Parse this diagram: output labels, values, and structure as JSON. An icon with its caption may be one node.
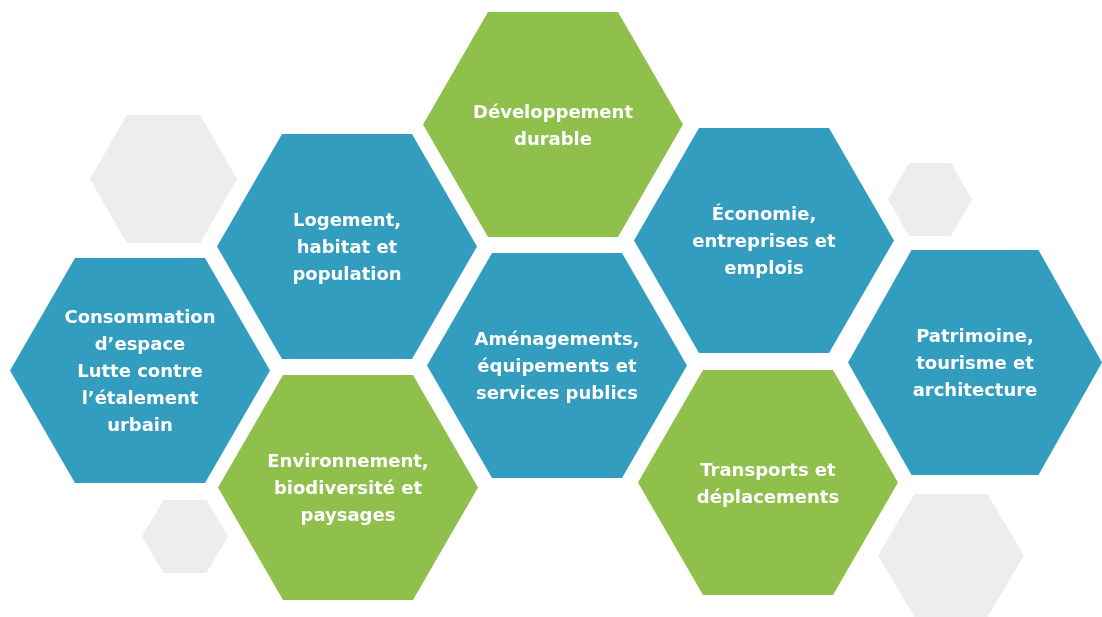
{
  "diagram": {
    "nodes": [
      {
        "text": [
          "Développement durable"
        ]
      },
      {
        "text": [],
        "shape": "hexagon"
      },
      {
        "text": [
          "Logement, habitat et population"
        ]
      },
      {
        "text": [
          "Économie, entreprises et emplois"
        ]
      },
      {
        "text": [],
        "shape": "hexagon"
      },
      {
        "text": [
          "Consommation d’espace",
          "Lutte contre l’étalement urbain"
        ]
      },
      {
        "text": [
          "Aménagements, équipements et services publics"
        ]
      },
      {
        "text": [
          "Patrimoine, tourisme et architecture"
        ]
      },
      {
        "text": [
          "Environnement, biodiversité et paysages"
        ]
      },
      {
        "text": [
          "Transports et déplacements"
        ]
      },
      {
        "text": [],
        "shape": "hexagon"
      },
      {
        "text": [],
        "shape": "hexagon"
      }
    ]
  }
}
